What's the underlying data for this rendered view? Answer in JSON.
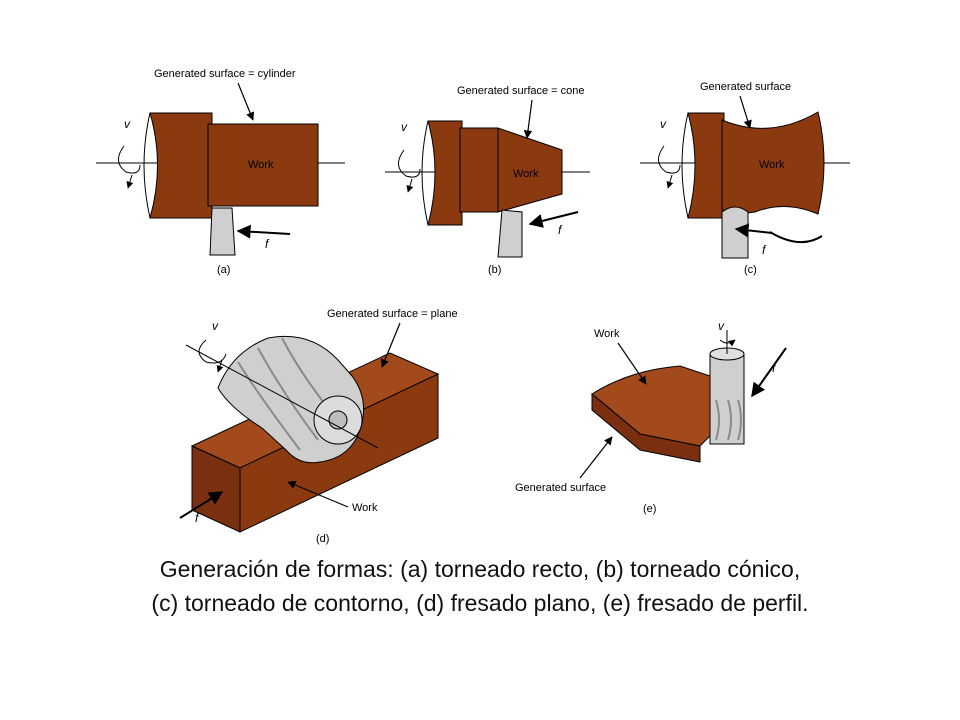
{
  "panels": {
    "a": {
      "label": "(a)",
      "surface": "Generated surface = cylinder",
      "work": "Work",
      "v": "v",
      "f": "f"
    },
    "b": {
      "label": "(b)",
      "surface": "Generated surface = cone",
      "work": "Work",
      "v": "v",
      "f": "f"
    },
    "c": {
      "label": "(c)",
      "surface": "Generated surface",
      "work": "Work",
      "v": "v",
      "f": "f"
    },
    "d": {
      "label": "(d)",
      "surface": "Generated surface = plane",
      "work": "Work",
      "v": "v",
      "f": "f"
    },
    "e": {
      "label": "(e)",
      "surface": "Generated surface",
      "work": "Work",
      "v": "v",
      "f": "f"
    }
  },
  "caption": {
    "line1": "Generación de formas: (a) torneado recto, (b) torneado cónico,",
    "line2": "(c) torneado de contorno, (d) fresado plano, (e) fresado de perfil."
  },
  "colors": {
    "work": "#8B3A10",
    "work_dark": "#5A2308",
    "work_top": "#A24A1C",
    "tool": "#CFCFCF",
    "tool_dark": "#9A9A9A"
  }
}
